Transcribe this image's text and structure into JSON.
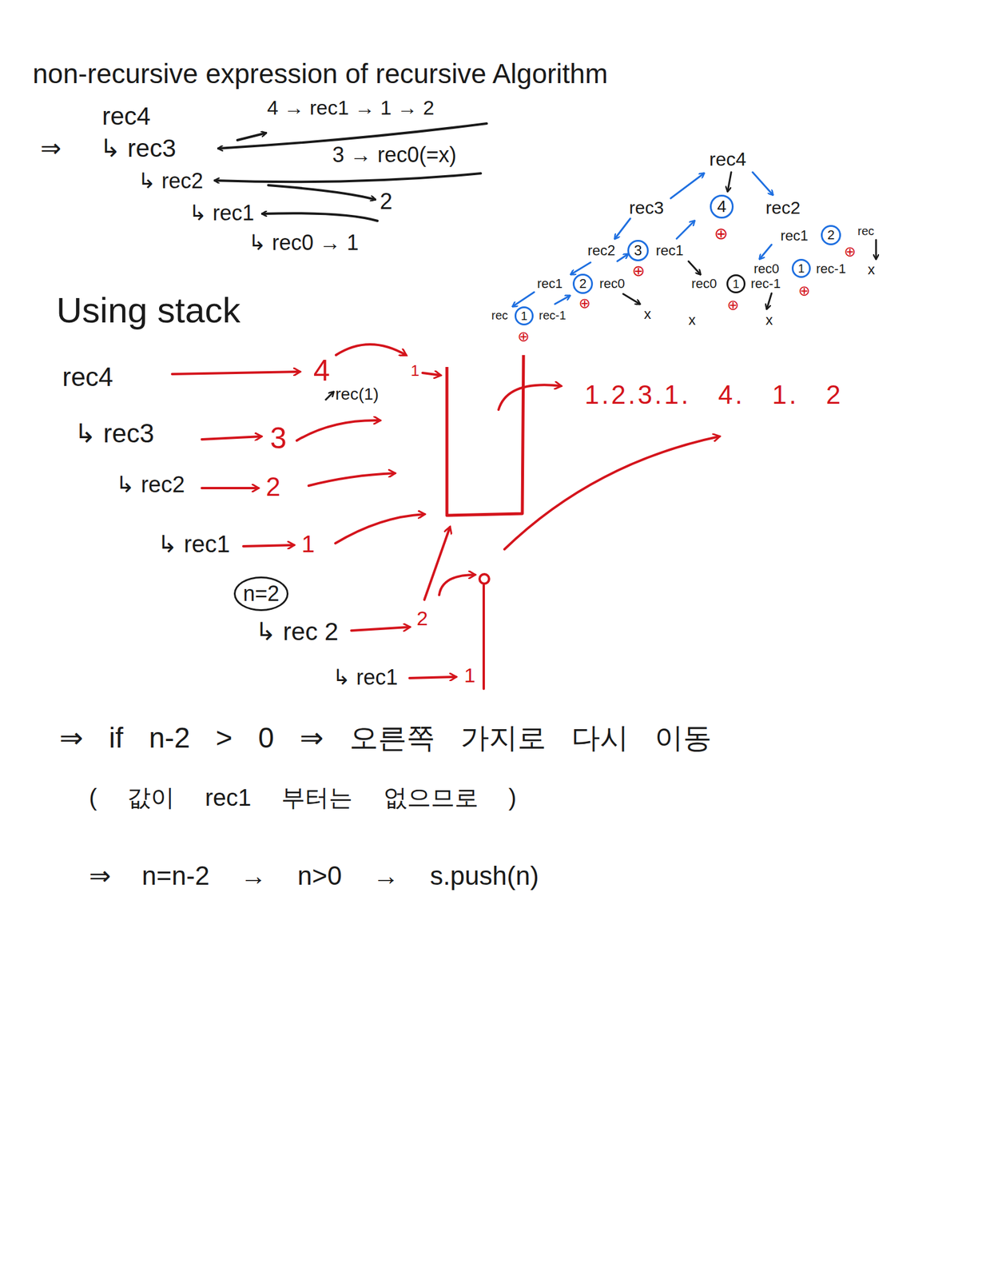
{
  "diagram": {
    "title": "non-recursive expression of recursive Algorithm",
    "nodes": [
      {
        "text": [
          "4"
        ]
      },
      {
        "text": [
          "2"
        ]
      },
      {
        "text": [
          "3"
        ]
      },
      {
        "text": [
          "1"
        ]
      },
      {
        "text": [
          "2"
        ]
      },
      {
        "text": [
          "1"
        ]
      },
      {
        "text": [
          "1"
        ]
      },
      {
        "text": [
          "n=2"
        ]
      }
    ],
    "labels": [
      "rec4",
      "⇒",
      "↳ rec3",
      "4 → rec1 → 1 → 2",
      "↳ rec2",
      "3 → rec0(=x)",
      "↳ rec1",
      "2",
      "↳ rec0 → 1",
      "rec4",
      "rec3",
      "rec2",
      "⊕",
      "rec1",
      "rec",
      "⊕",
      "rec2",
      "rec1",
      "⊕",
      "rec0",
      "rec-1",
      "x",
      "⊕",
      "rec1",
      "rec0",
      "rec0",
      "rec-1",
      "⊕",
      "⊕",
      "x",
      "x",
      "x",
      "rec",
      "rec-1",
      "⊕",
      "Using stack",
      "rec4",
      "4",
      "1",
      "rec(1)",
      "↳ rec3",
      "3",
      "↳ rec2",
      "2",
      "↳ rec1",
      "1",
      "↳ rec 2",
      "2",
      "↳ rec1",
      "1",
      "1.2.3.1. 4. 1. 2",
      "⇒ if n-2 > 0 ⇒ 오른쪽 가지로 다시 이동",
      "( 값이 rec1 부터는 없으므로 )",
      "⇒ n=n-2 → n>0 → s.push(n)"
    ]
  }
}
